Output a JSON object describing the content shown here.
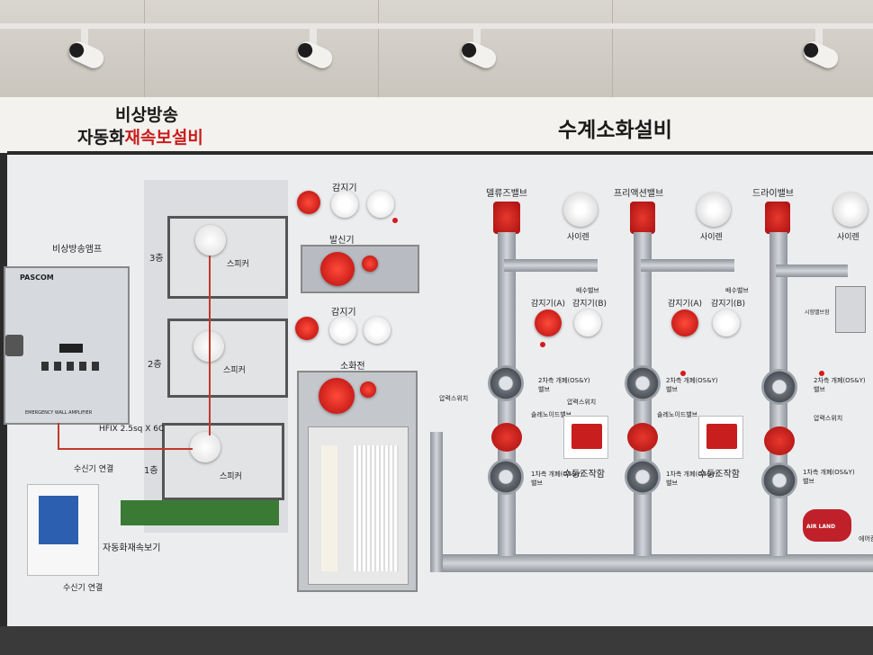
{
  "header": {
    "left_title_line1": "비상방송",
    "left_title_line2_part1": "자동화",
    "left_title_line2_part2": "재속보설비",
    "right_title": "수계소화설비"
  },
  "broadcast": {
    "amp_label": "비상방송앰프",
    "amp_brand": "PASCOM",
    "amp_model": "EMERGENCY WALL AMPLIFIER",
    "floors": [
      "3층",
      "2층",
      "1층"
    ],
    "speaker_label": "스피커",
    "cable_label": "HFIX 2.5sq X 6C",
    "receiver_link": "수신기 연결",
    "auto_dialer_label": "자동화재속보기",
    "receiver_link2": "수신기 연결"
  },
  "detectors": {
    "top_label": "감지기",
    "transmitter_label": "발신기",
    "mid_label": "감지기",
    "hydrant_label": "소화전"
  },
  "valves": [
    {
      "name": "델류즈밸브",
      "siren": "사이렌",
      "det_a": "감지기(A)",
      "det_b": "감지기(B)",
      "drain": "배수밸브",
      "pressure": "압력스위치",
      "solenoid": "솔레노이드밸브",
      "first": "1차측 개폐(OS&Y)밸브",
      "second": "2차측 개폐(OS&Y)밸브",
      "manual": "수동조작함"
    },
    {
      "name": "프리액션밸브",
      "siren": "사이렌",
      "det_a": "감지기(A)",
      "det_b": "감지기(B)",
      "drain": "배수밸브",
      "pressure": "압력스위치",
      "solenoid": "솔레노이드밸브",
      "first": "1차측 개폐(OS&Y)밸브",
      "second": "2차측 개폐(OS&Y)밸브",
      "manual": "수동조작함"
    },
    {
      "name": "드라이밸브",
      "siren": "사이렌",
      "test": "시험밸브함",
      "pressure": "압력스위치",
      "first": "1차측 개폐(OS&Y)밸브",
      "second": "2차측 개폐(OS&Y)밸브",
      "compressor": "에어컴"
    }
  ],
  "compressor_brand": "AIR LAND",
  "colors": {
    "accent_red": "#c81e1e",
    "board": "#ecedef",
    "pipe": "#b0b4ba"
  }
}
